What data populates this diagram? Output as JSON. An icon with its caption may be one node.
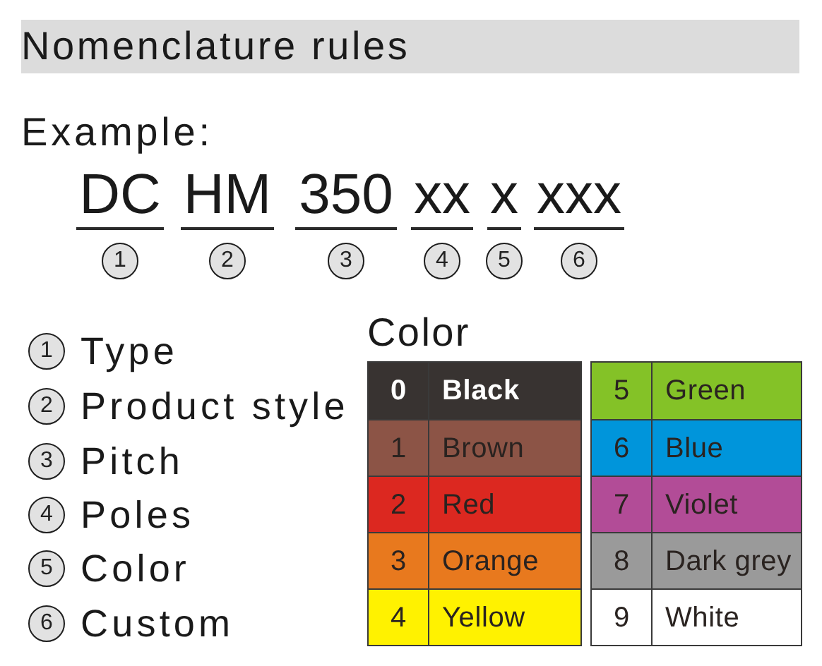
{
  "diagram": {
    "title": "Nomenclature rules",
    "nodes": [
      {
        "text": [
          "1"
        ]
      },
      {
        "text": [
          "2"
        ]
      },
      {
        "text": [
          "3"
        ]
      },
      {
        "text": [
          "4"
        ]
      },
      {
        "text": [
          "5"
        ]
      },
      {
        "text": [
          "6"
        ]
      },
      {
        "text": [
          "1"
        ],
        "beside": [
          "Type"
        ]
      },
      {
        "text": [
          "2"
        ],
        "beside": [
          "Product style"
        ]
      },
      {
        "text": [
          "3"
        ],
        "beside": [
          "Pitch"
        ]
      },
      {
        "text": [
          "4"
        ],
        "beside": [
          "Poles"
        ]
      },
      {
        "text": [
          "5"
        ],
        "beside": [
          "Color"
        ]
      },
      {
        "text": [
          "6"
        ],
        "beside": [
          "Custom"
        ]
      }
    ],
    "labels": [
      "Example:",
      "DC",
      "HM",
      "350",
      "xx",
      "x",
      "xxx",
      "Color",
      "0",
      "1",
      "2",
      "3",
      "4",
      "5",
      "6",
      "7",
      "8",
      "9"
    ],
    "legend": [
      {
        "text": "Black",
        "color": "#383331"
      },
      {
        "text": "Brown",
        "color": "#8c5446"
      },
      {
        "text": "Red",
        "color": "#dc2820"
      },
      {
        "text": "Orange",
        "color": "#e8791e"
      },
      {
        "text": "Yellow",
        "color": "#fff200"
      },
      {
        "text": "Green",
        "color": "#84c227"
      },
      {
        "text": "Blue",
        "color": "#0095db"
      },
      {
        "text": "Violet",
        "color": "#b24c97"
      },
      {
        "text": "Dark grey",
        "color": "#9a9a9a"
      },
      {
        "text": "White",
        "color": "#ffffff"
      }
    ]
  }
}
